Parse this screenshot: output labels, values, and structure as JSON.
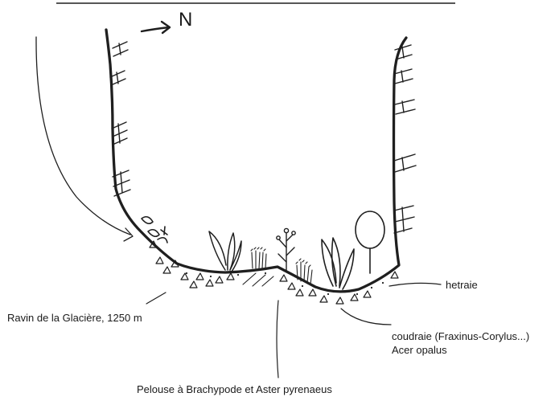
{
  "compass": {
    "letter": "N"
  },
  "labels": {
    "site": "Ravin de la Glacière, 1250 m",
    "hetraie": "hetraie",
    "coudraie_line1": "coudraie (Fraxinus-Corylus...)",
    "coudraie_line2": "Acer opalus",
    "pelouse": "Pelouse à Brachypode et Aster pyrenaeus"
  }
}
